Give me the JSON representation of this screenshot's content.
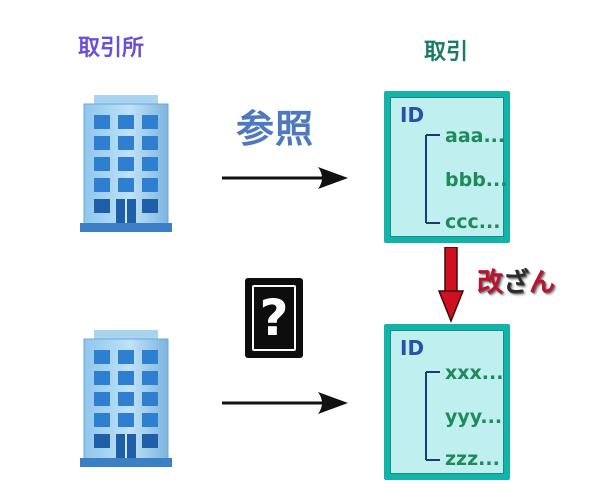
{
  "left_column": {
    "title": "取引所"
  },
  "right_column": {
    "title": "取引"
  },
  "top_row": {
    "action_label": "参照",
    "record": {
      "id_label": "ID",
      "entries": [
        "aaa...",
        "bbb...",
        "ccc..."
      ]
    }
  },
  "bottom_row": {
    "unknown_symbol": "?",
    "record": {
      "id_label": "ID",
      "entries": [
        "xxx...",
        "yyy...",
        "zzz..."
      ]
    }
  },
  "tamper": {
    "label_part1": "改",
    "label_part2": "ざ",
    "label_part3": "ん"
  },
  "icons": {
    "building": "office-building-icon",
    "arrow": "right-arrow-icon",
    "tamper_arrow": "down-arrow-icon",
    "question": "question-mark-icon"
  },
  "colors": {
    "exchange_title": "#6b4fd8",
    "transaction_title": "#1a7a66",
    "reference": "#4d79c0",
    "record_fill": "#bff0ef",
    "record_border": "#14b3aa",
    "tamper_arrow": "#d01020"
  }
}
